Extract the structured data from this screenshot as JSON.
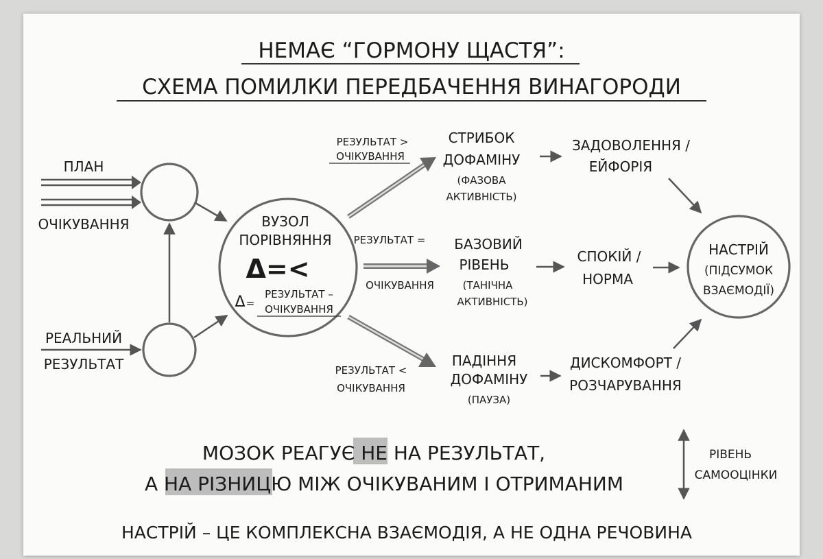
{
  "title": {
    "line1": "НЕМАЄ “ГОРМОНУ ЩАСТЯ”:",
    "line2": "СХЕМА ПОМИЛКИ ПЕРЕДБАЧЕННЯ ВИНАГОРОДИ"
  },
  "inputs": {
    "plan": "ПЛАН",
    "expectation": "ОЧІКУВАННЯ",
    "real_line1": "РЕАЛЬНИЙ",
    "real_line2": "РЕЗУЛЬТАТ"
  },
  "comparator": {
    "line1": "ВУЗОЛ",
    "line2": "ПОРІВНЯННЯ",
    "symbol": "Δ=<",
    "formula_delta": "Δ",
    "formula_eq": "=",
    "formula_line1": "РЕЗУЛЬТАТ –",
    "formula_line2": "ОЧІКУВАННЯ"
  },
  "conditions": {
    "greater_line1": "РЕЗУЛЬТАТ >",
    "greater_line2": "ОЧІКУВАННЯ",
    "equal_line1": "РЕЗУЛЬТАТ =",
    "equal_line2": "ОЧІКУВАННЯ",
    "less_line1": "РЕЗУЛЬТАТ <",
    "less_line2": "ОЧІКУВАННЯ"
  },
  "branches": {
    "top": {
      "line1": "СТРИБОК",
      "line2": "ДОФАМІНУ",
      "note1": "(ФАЗОВА",
      "note2": "АКТИВНІСТЬ)",
      "result1": "ЗАДОВОЛЕННЯ /",
      "result2": "ЕЙФОРІЯ"
    },
    "middle": {
      "line1": "БАЗОВИЙ",
      "line2": "РІВЕНЬ",
      "note1": "(ТАНІЧНА",
      "note2": "АКТИВНІСТЬ)",
      "result1": "СПОКІЙ /",
      "result2": "НОРМА"
    },
    "bottom": {
      "line1": "ПАДІННЯ",
      "line2": "ДОФАМІНУ",
      "note1": "(ПАУЗА)",
      "result1": "ДИСКОМФОРТ /",
      "result2": "РОЗЧАРУВАННЯ"
    }
  },
  "mood": {
    "line1": "НАСТРІЙ",
    "line2": "(ПІДСУМОК",
    "line3": "ВЗАЄМОДІЇ)"
  },
  "message": {
    "p1": "МОЗОК РЕАГУЄ ",
    "hl1": "НЕ",
    "p2": " НА РЕЗУЛЬТАТ,",
    "p3": "А НА ",
    "hl2": "РІЗНИЦЮ",
    "p4": " МІЖ ОЧІКУВАНИМ І ОТРИМАНИМ"
  },
  "self_esteem": {
    "line1": "РІВЕНЬ",
    "line2": "САМООЦІНКИ"
  },
  "footer": "НАСТРІЙ – ЦЕ КОМПЛЕКСНА ВЗАЄМОДІЯ, А НЕ ОДНА РЕЧОВИНА"
}
